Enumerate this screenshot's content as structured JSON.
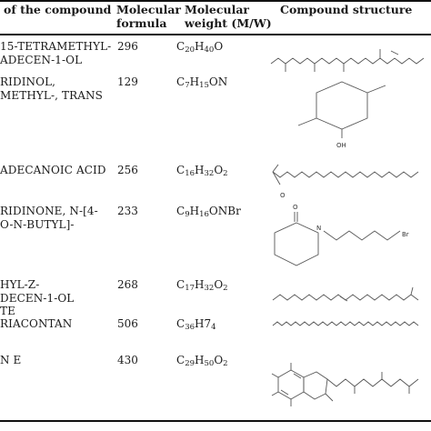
{
  "header": {
    "name_col": "of the compound",
    "mw_col_l1": "Molecular",
    "mw_col_l2": "formula",
    "mf_col_l1": "Molecular",
    "mf_col_l2": "weight (M/W)",
    "struct_col": "Compound structure"
  },
  "rows": [
    {
      "name_l1": "15-TETRAMETHYL-",
      "name_l2": "ADECEN-1-OL",
      "mw": "296",
      "f": [
        {
          "e": "C",
          "n": "20"
        },
        {
          "e": "H",
          "n": "40"
        },
        {
          "e": "O",
          "n": ""
        }
      ]
    },
    {
      "name_l1": "RIDINOL,",
      "name_l2": "METHYL-, TRANS",
      "mw": "129",
      "f": [
        {
          "e": "C",
          "n": "7"
        },
        {
          "e": "H",
          "n": "15"
        },
        {
          "e": "ON",
          "n": ""
        }
      ]
    },
    {
      "name_l1": "ADECANOIC ACID",
      "name_l2": "",
      "mw": "256",
      "f": [
        {
          "e": "C",
          "n": "16"
        },
        {
          "e": "H",
          "n": "32"
        },
        {
          "e": "O",
          "n": "2"
        }
      ]
    },
    {
      "name_l1": "RIDINONE, N-[4-",
      "name_l2": "O-N-BUTYL]-",
      "mw": "233",
      "f": [
        {
          "e": "C",
          "n": "9"
        },
        {
          "e": "H",
          "n": "16"
        },
        {
          "e": "ONBr",
          "n": ""
        }
      ]
    },
    {
      "name_l1": "HYL-Z-",
      "name_l2": "DECEN-1-OL",
      "name_l3": "TE",
      "mw": "268",
      "f": [
        {
          "e": "C",
          "n": "17"
        },
        {
          "e": "H",
          "n": "32"
        },
        {
          "e": "O",
          "n": "2"
        }
      ]
    },
    {
      "name_l1": "RIACONTAN",
      "name_l2": "",
      "mw": "506",
      "f": [
        {
          "e": "C",
          "n": "36"
        },
        {
          "e": "H7",
          "n": "4"
        }
      ]
    },
    {
      "name_l1": "N E",
      "name_l2": "",
      "mw": "430",
      "f": [
        {
          "e": "C",
          "n": "29"
        },
        {
          "e": "H",
          "n": "50"
        },
        {
          "e": "O",
          "n": "2"
        }
      ]
    }
  ],
  "struct_labels": {
    "oh": "OH",
    "o": "O",
    "n": "N",
    "br": "Br"
  }
}
